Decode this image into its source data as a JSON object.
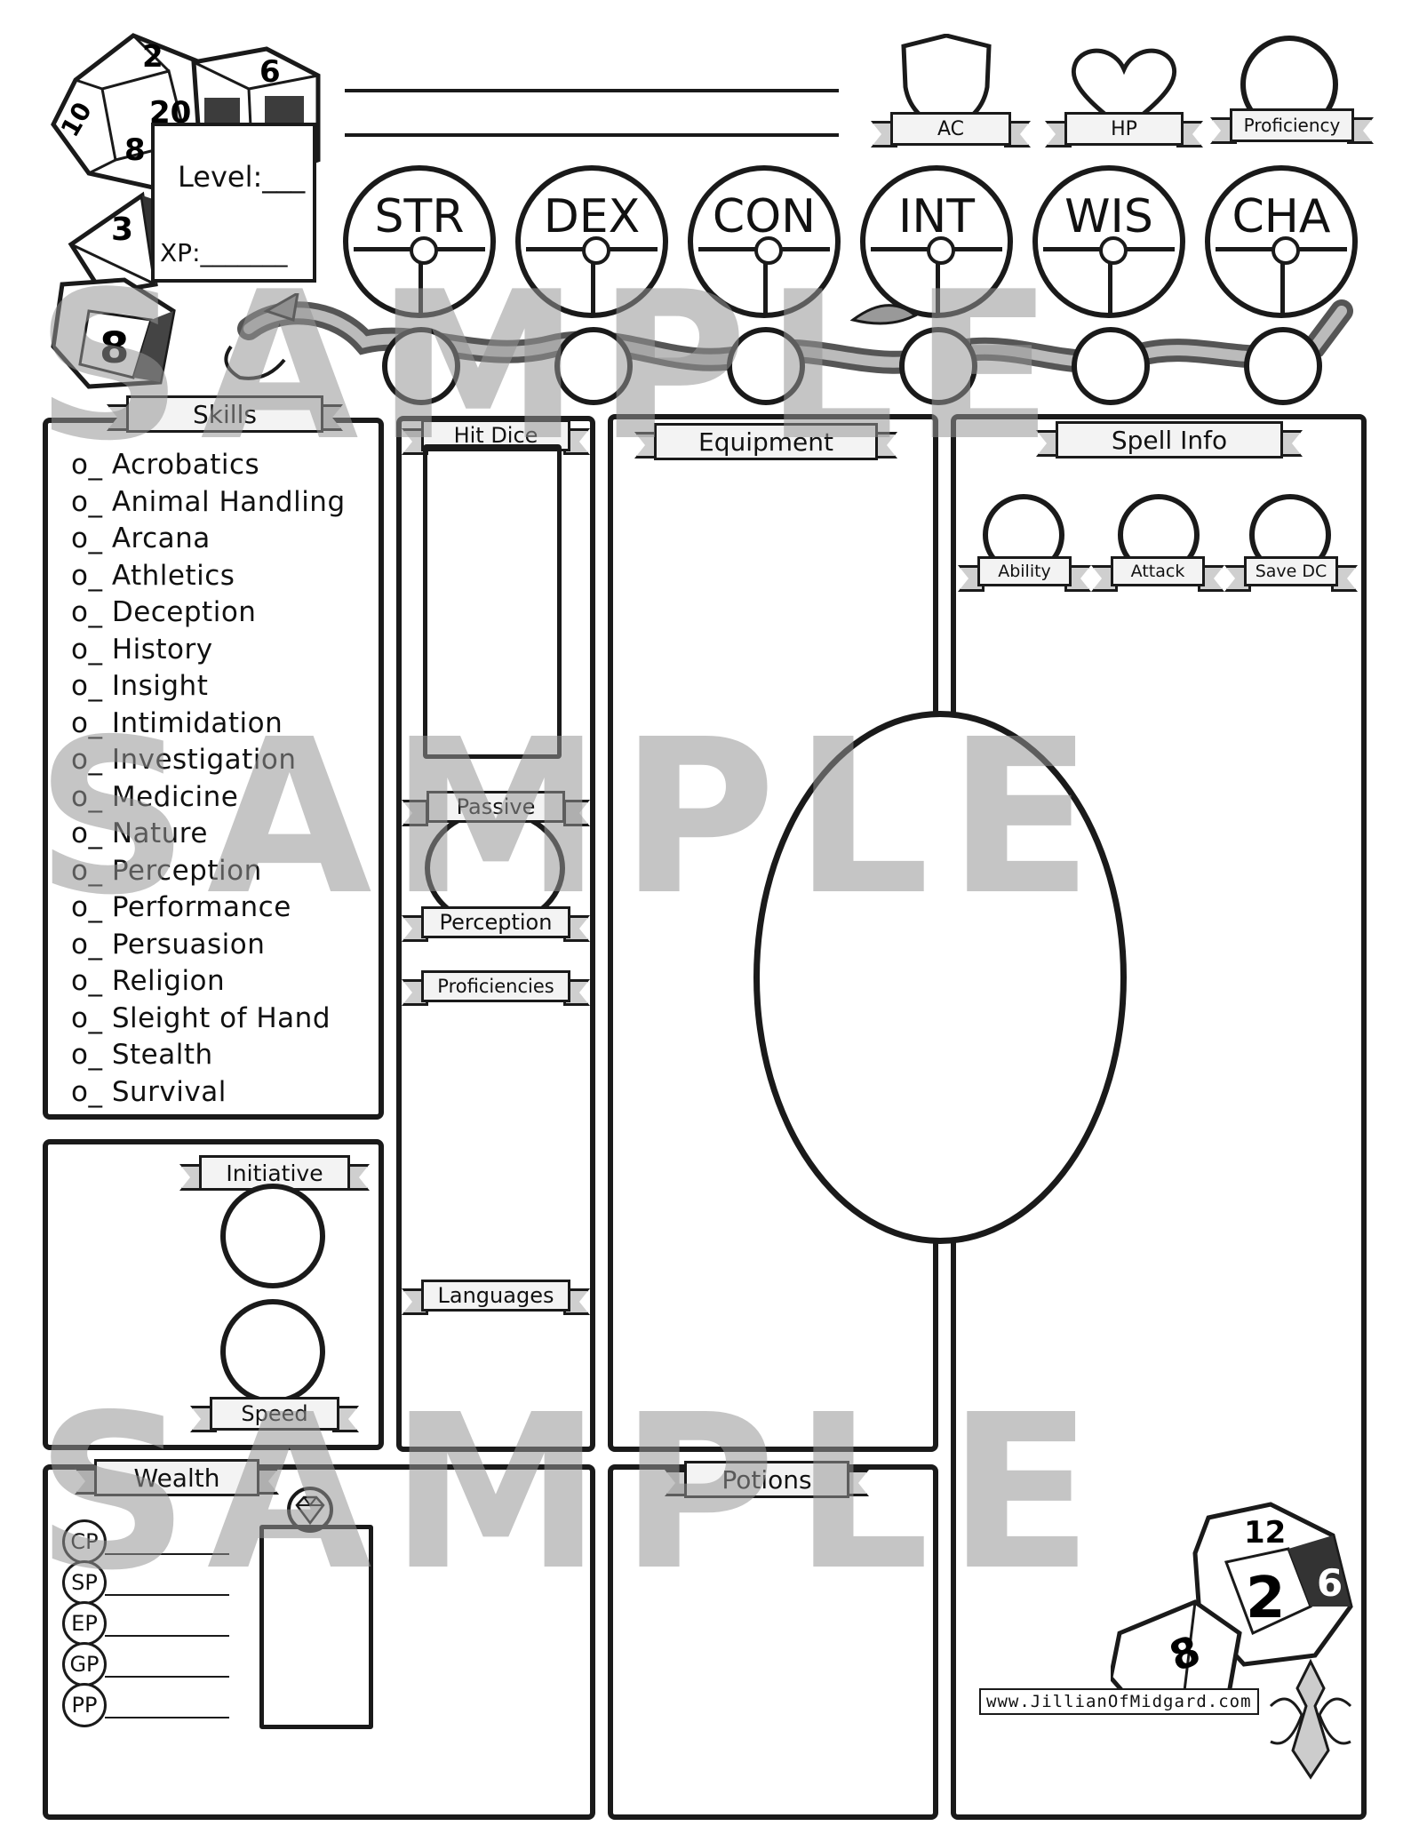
{
  "header": {
    "level_label": "Level:___",
    "xp_label": "XP:_______"
  },
  "top_badges": {
    "ac": "AC",
    "hp": "HP",
    "proficiency": "Proficiency"
  },
  "abilities": [
    "STR",
    "DEX",
    "CON",
    "INT",
    "WIS",
    "CHA"
  ],
  "skills": {
    "title": "Skills",
    "items": [
      "o_ Acrobatics",
      "o_ Animal Handling",
      "o_ Arcana",
      "o_ Athletics",
      "o_ Deception",
      "o_ History",
      "o_ Insight",
      "o_ Intimidation",
      "o_ Investigation",
      "o_ Medicine",
      "o_ Nature",
      "o_ Perception",
      "o_ Performance",
      "o_ Persuasion",
      "o_ Religion",
      "o_ Sleight of Hand",
      "o_ Stealth",
      "o_ Survival"
    ]
  },
  "middle_column": {
    "hit_dice": "Hit Dice",
    "passive": "Passive",
    "perception": "Perception",
    "proficiencies": "Proficiencies",
    "languages": "Languages"
  },
  "equipment": {
    "title": "Equipment"
  },
  "spell_info": {
    "title": "Spell Info",
    "ability": "Ability",
    "attack": "Attack",
    "save_dc": "Save DC"
  },
  "combat": {
    "initiative": "Initiative",
    "speed": "Speed"
  },
  "wealth": {
    "title": "Wealth",
    "coins": [
      "CP",
      "SP",
      "EP",
      "GP",
      "PP"
    ]
  },
  "potions": {
    "title": "Potions"
  },
  "footer": {
    "website": "www.JillianOfMidgard.com"
  },
  "watermark": "SAMPLE",
  "dice": {
    "d20_top": "2",
    "d20_mid": "20",
    "d20_left": "10",
    "d20_low": "8",
    "d6_top": "6",
    "d4": "3",
    "d8": "8",
    "d12": "12",
    "d12_big": "2",
    "d6_right": "6",
    "d8_right": "8"
  }
}
